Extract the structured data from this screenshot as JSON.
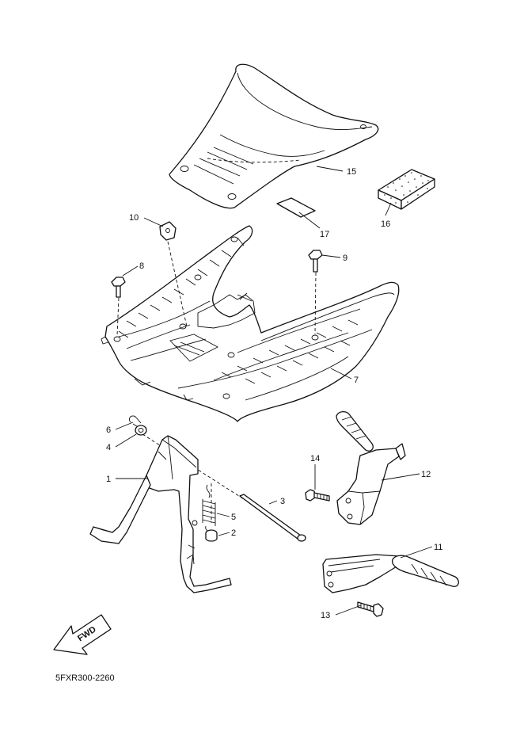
{
  "diagram_code": "5FXR300-2260",
  "direction_arrow": "FWD",
  "callouts": [
    {
      "id": "c1",
      "label": "1"
    },
    {
      "id": "c2",
      "label": "2"
    },
    {
      "id": "c3",
      "label": "3"
    },
    {
      "id": "c4",
      "label": "4"
    },
    {
      "id": "c5",
      "label": "5"
    },
    {
      "id": "c6",
      "label": "6"
    },
    {
      "id": "c7",
      "label": "7"
    },
    {
      "id": "c8",
      "label": "8"
    },
    {
      "id": "c9",
      "label": "9"
    },
    {
      "id": "c10",
      "label": "10"
    },
    {
      "id": "c11",
      "label": "11"
    },
    {
      "id": "c12",
      "label": "12"
    },
    {
      "id": "c13",
      "label": "13"
    },
    {
      "id": "c14",
      "label": "14"
    },
    {
      "id": "c15",
      "label": "15"
    },
    {
      "id": "c16",
      "label": "16"
    },
    {
      "id": "c17",
      "label": "17"
    }
  ]
}
